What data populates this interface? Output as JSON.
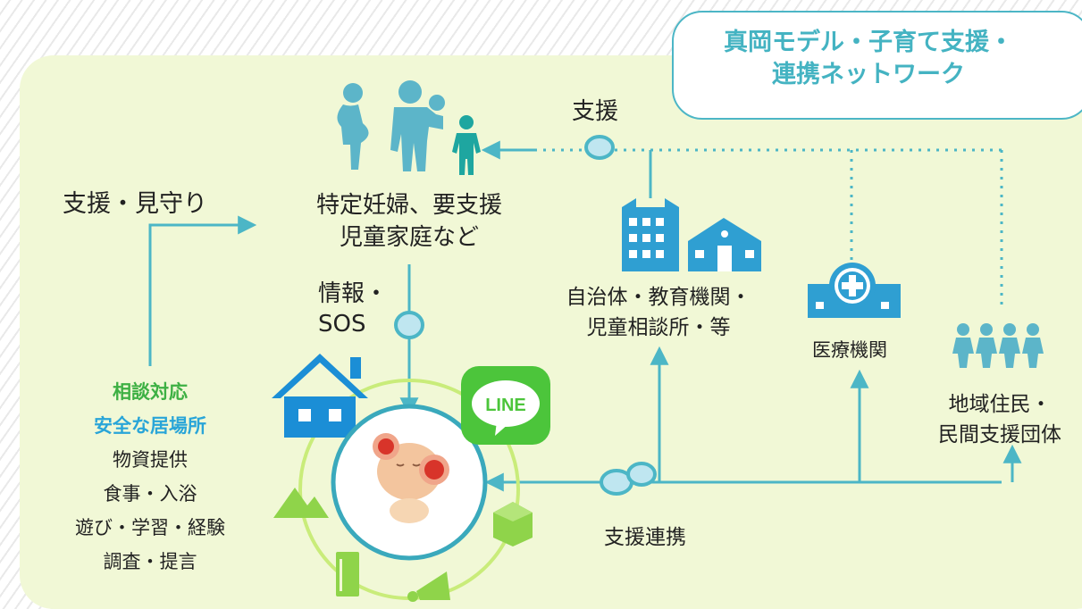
{
  "title": {
    "line1": "真岡モデル・子育て支援・",
    "line2": "連携ネットワーク"
  },
  "labels": {
    "support_top": "支援",
    "support_watch": "支援・見守り",
    "target_line1": "特定妊婦、要支援",
    "target_line2": "児童家庭など",
    "info_line1": "情報・",
    "info_line2": "SOS",
    "gov_line1": "自治体・教育機関・",
    "gov_line2": "児童相談所・等",
    "medical": "医療機関",
    "residents_line1": "地域住民・",
    "residents_line2": "民間支援団体",
    "support_link": "支援連携"
  },
  "services": {
    "item1": "相談対応",
    "item2": "安全な居場所",
    "item3": "物資提供",
    "item4": "食事・入浴",
    "item5": "遊び・学習・経験",
    "item6": "調査・提言"
  },
  "line_badge": "LINE",
  "colors": {
    "accent": "#44b3c2",
    "panel": "#f1f8d6",
    "people": "#5cb5c9",
    "building": "#2f9fd2",
    "ring": "#c9ec7a",
    "line_green": "#4cc53b",
    "service_green": "#3db043",
    "service_blue": "#29a5d8"
  }
}
